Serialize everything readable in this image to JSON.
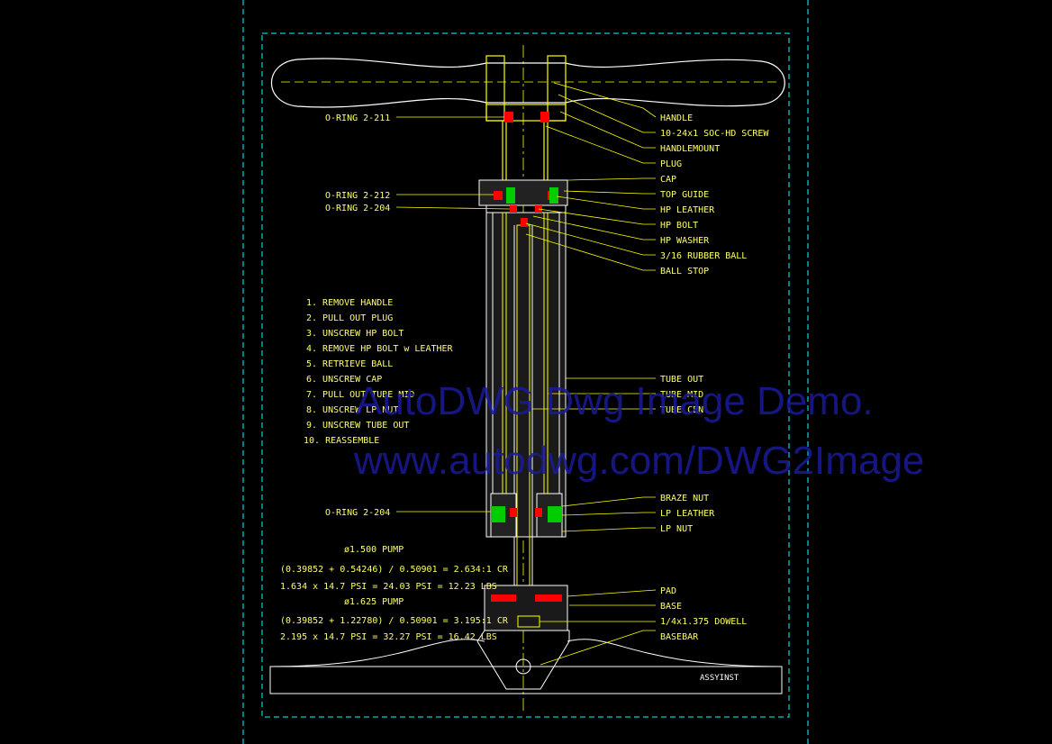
{
  "right_labels": [
    {
      "name": "label-handle",
      "text": "HANDLE"
    },
    {
      "name": "label-screw",
      "text": "10-24x1 SOC-HD SCREW"
    },
    {
      "name": "label-handlemount",
      "text": "HANDLEMOUNT"
    },
    {
      "name": "label-plug",
      "text": "PLUG"
    },
    {
      "name": "label-cap",
      "text": "CAP"
    },
    {
      "name": "label-top-guide",
      "text": "TOP GUIDE"
    },
    {
      "name": "label-hp-leather",
      "text": "HP LEATHER"
    },
    {
      "name": "label-hp-bolt",
      "text": "HP BOLT"
    },
    {
      "name": "label-hp-washer",
      "text": "HP WASHER"
    },
    {
      "name": "label-rubber-ball",
      "text": "3/16 RUBBER BALL"
    },
    {
      "name": "label-ball-stop",
      "text": "BALL STOP"
    },
    {
      "name": "label-tube-out",
      "text": "TUBE OUT"
    },
    {
      "name": "label-tube-mid",
      "text": "TUBE MID"
    },
    {
      "name": "label-tube-cen",
      "text": "TUBE CEN"
    },
    {
      "name": "label-braze-nut",
      "text": "BRAZE NUT"
    },
    {
      "name": "label-lp-leather",
      "text": "LP LEATHER"
    },
    {
      "name": "label-lp-nut",
      "text": "LP NUT"
    },
    {
      "name": "label-pad",
      "text": "PAD"
    },
    {
      "name": "label-base",
      "text": "BASE"
    },
    {
      "name": "label-dowell",
      "text": "1/4x1.375 DOWELL"
    },
    {
      "name": "label-basebar",
      "text": "BASEBAR"
    }
  ],
  "left_labels": [
    {
      "name": "label-oring-211",
      "text": "O-RING 2-211"
    },
    {
      "name": "label-oring-212",
      "text": "O-RING 2-212"
    },
    {
      "name": "label-oring-204-top",
      "text": "O-RING 2-204"
    },
    {
      "name": "label-oring-204-bottom",
      "text": "O-RING 2-204"
    }
  ],
  "steps": [
    "1. REMOVE HANDLE",
    "2. PULL OUT PLUG",
    "3. UNSCREW HP BOLT",
    "4. REMOVE HP BOLT w LEATHER",
    "5. RETRIEVE BALL",
    "6. UNSCREW CAP",
    "7. PULL OUT TUBE MID",
    "8. UNSCREW LP NUT",
    "9. UNSCREW TUBE OUT",
    "10. REASSEMBLE"
  ],
  "calculations": [
    "ø1.500 PUMP",
    "(0.39852 + 0.54246) / 0.50901 = 2.634:1 CR",
    "1.634 x 14.7 PSI = 24.03 PSI = 12.23 LBS",
    "ø1.625 PUMP",
    "(0.39852 + 1.22780) / 0.50901 = 3.195:1 CR",
    "2.195 x 14.7 PSI = 32.27 PSI = 16.42 LBS"
  ],
  "title_block": "ASSYINST",
  "watermark": {
    "line1": "AutoDWG Dwg Image Demo.",
    "line2": "www.autodwg.com/DWG2Image"
  },
  "colors": {
    "background": "#000000",
    "frame": "#00ffff",
    "outline": "#ffffff",
    "part": "#ffff00",
    "seal": "#ff0000",
    "leather": "#00cc00",
    "watermark": "#1a1a9a"
  }
}
